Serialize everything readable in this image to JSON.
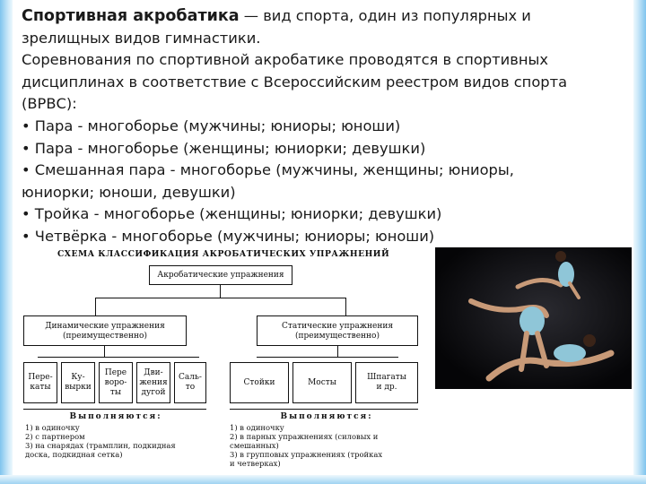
{
  "paragraph": {
    "title": "Спортивная акробатика",
    "title_rest": " — вид спорта, один из популярных и",
    "lines": [
      "зрелищных видов гимнастики.",
      "Соревнования по спортивной акробатике проводятся в спортивных",
      "дисциплинах в соответствие с Всероссийским реестром видов спорта",
      "(ВРВС):",
      "• Пара - многоборье (мужчины; юниоры; юноши)",
      "• Пара - многоборье (женщины; юниорки; девушки)",
      "• Смешанная пара - многоборье (мужчины, женщины; юниоры,",
      "юниорки; юноши, девушки)",
      "• Тройка - многоборье (женщины; юниорки; девушки)",
      "• Четвёрка - многоборье (мужчины; юниоры; юноши)"
    ]
  },
  "scheme": {
    "title": "СХЕМА КЛАССИФИКАЦИЯ АКРОБАТИЧЕСКИХ УПРАЖНЕНИЙ",
    "root": "Акробатические упражнения",
    "dynamic": [
      "Динамические упражнения",
      "(преимущественно)"
    ],
    "static": [
      "Статические упражнения",
      "(преимущественно)"
    ],
    "dynamic_items": [
      [
        "Пере-",
        "каты"
      ],
      [
        "Ку-",
        "вырки"
      ],
      [
        "Пере",
        "воро-",
        "ты"
      ],
      [
        "Дви-",
        "жения",
        "дугой"
      ],
      [
        "Саль-",
        "то"
      ]
    ],
    "static_items": [
      [
        "Стойки"
      ],
      [
        "Мосты"
      ],
      [
        "Шпагаты",
        "и др."
      ]
    ],
    "left_heading": "Выполняются:",
    "right_heading": "Выполняются:",
    "left_list": [
      "1) в одиночку",
      "2) с партнером",
      "3) на снарядах (трамплин, подкидная",
      "    доска, подкидная сетка)"
    ],
    "right_list": [
      "1) в одиночку",
      "2) в парных упражнениях  (силовых и",
      "    смешанных)",
      "3) в групповых упражнениях (тройках",
      "    и четверках)"
    ]
  },
  "photo": {
    "description_icon": "acrobatic-group-photo",
    "background": "#0b0b0d",
    "costume_color": "#8fc6d8"
  }
}
